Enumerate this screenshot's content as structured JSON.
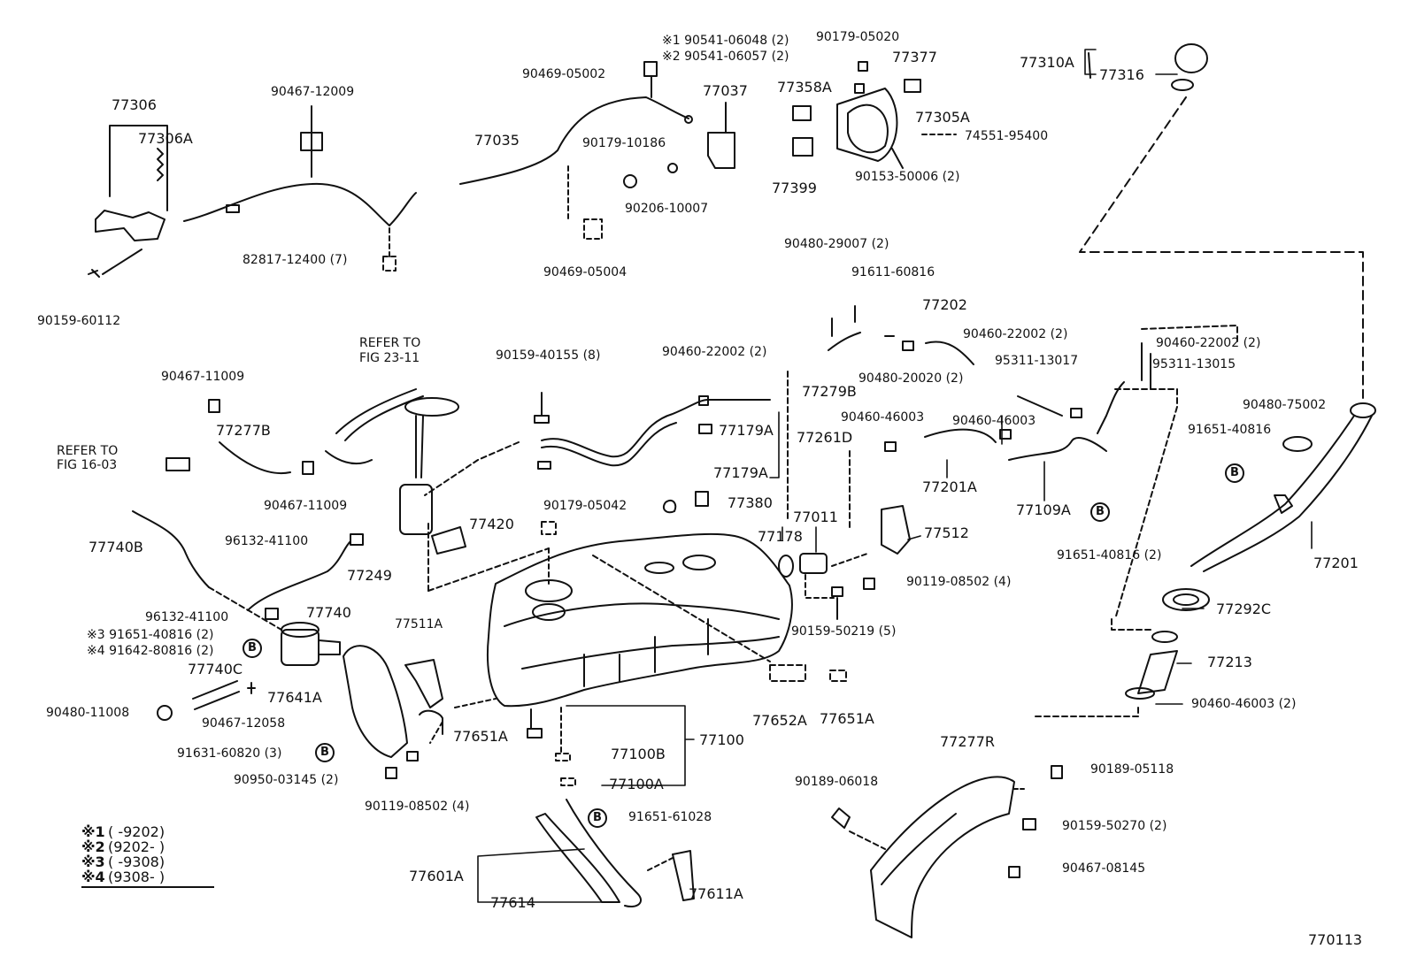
{
  "figure_id": "770113",
  "marker_label": "B",
  "labels": [
    {
      "text": "77306"
    },
    {
      "text": "77306A"
    },
    {
      "text": "90467-12009"
    },
    {
      "text": "82817-12400 (7)"
    },
    {
      "text": "90159-60112"
    },
    {
      "text": "※1 90541-06048 (2)"
    },
    {
      "text": "※2 90541-06057 (2)"
    },
    {
      "text": "90469-05002"
    },
    {
      "text": "77037"
    },
    {
      "text": "77035"
    },
    {
      "text": "90179-10186"
    },
    {
      "text": "90206-10007"
    },
    {
      "text": "90469-05004"
    },
    {
      "text": "90179-05020"
    },
    {
      "text": "77377"
    },
    {
      "text": "77358A"
    },
    {
      "text": "77305A"
    },
    {
      "text": "74551-95400"
    },
    {
      "text": "77399"
    },
    {
      "text": "90153-50006 (2)"
    },
    {
      "text": "77310A"
    },
    {
      "text": "77316"
    },
    {
      "text": "90480-29007 (2)"
    },
    {
      "text": "91611-60816"
    },
    {
      "text": "77202"
    },
    {
      "text": "90460-22002 (2)"
    },
    {
      "text": "90460-22002 (2)"
    },
    {
      "text": "90460-22002 (2)"
    },
    {
      "text": "95311-13017"
    },
    {
      "text": "95311-13015"
    },
    {
      "text": "77279B"
    },
    {
      "text": "90480-20020 (2)"
    },
    {
      "text": "90460-46003"
    },
    {
      "text": "90460-46003"
    },
    {
      "text": "REFER TO"
    },
    {
      "text": "FIG 23-11"
    },
    {
      "text": "90159-40155 (8)"
    },
    {
      "text": "90467-11009"
    },
    {
      "text": "77277B"
    },
    {
      "text": "REFER TO"
    },
    {
      "text": "FIG 16-03"
    },
    {
      "text": "90467-11009"
    },
    {
      "text": "77179A"
    },
    {
      "text": "77261D"
    },
    {
      "text": "77179A"
    },
    {
      "text": "77201A"
    },
    {
      "text": "77109A"
    },
    {
      "text": "90480-75002"
    },
    {
      "text": "91651-40816"
    },
    {
      "text": "77740B"
    },
    {
      "text": "96132-41100"
    },
    {
      "text": "90179-05042"
    },
    {
      "text": "77380"
    },
    {
      "text": "77420"
    },
    {
      "text": "77011"
    },
    {
      "text": "77178"
    },
    {
      "text": "77512"
    },
    {
      "text": "91651-40816 (2)"
    },
    {
      "text": "77201"
    },
    {
      "text": "77249"
    },
    {
      "text": "90119-08502 (4)"
    },
    {
      "text": "96132-41100"
    },
    {
      "text": "77740"
    },
    {
      "text": "※3 91651-40816 (2)"
    },
    {
      "text": "※4 91642-80816 (2)"
    },
    {
      "text": "90159-50219 (5)"
    },
    {
      "text": "77292C"
    },
    {
      "text": "77511A"
    },
    {
      "text": "77740C"
    },
    {
      "text": "77213"
    },
    {
      "text": "77641A"
    },
    {
      "text": "90480-11008"
    },
    {
      "text": "90467-12058"
    },
    {
      "text": "90460-46003 (2)"
    },
    {
      "text": "77652A"
    },
    {
      "text": "77651A"
    },
    {
      "text": "77651A"
    },
    {
      "text": "91631-60820 (3)"
    },
    {
      "text": "77100"
    },
    {
      "text": "77100B"
    },
    {
      "text": "90950-03145 (2)"
    },
    {
      "text": "77100A"
    },
    {
      "text": "90119-08502 (4)"
    },
    {
      "text": "77277R"
    },
    {
      "text": "90189-05118"
    },
    {
      "text": "90189-06018"
    },
    {
      "text": "91651-61028"
    },
    {
      "text": "90159-50270 (2)"
    },
    {
      "text": "77601A"
    },
    {
      "text": "90467-08145"
    },
    {
      "text": "77611A"
    },
    {
      "text": "77614"
    }
  ],
  "legend": [
    {
      "mark": "※1",
      "range": "(      -9202)"
    },
    {
      "mark": "※2",
      "range": "(9202-      )"
    },
    {
      "mark": "※3",
      "range": "(      -9308)"
    },
    {
      "mark": "※4",
      "range": "(9308-      )"
    }
  ]
}
